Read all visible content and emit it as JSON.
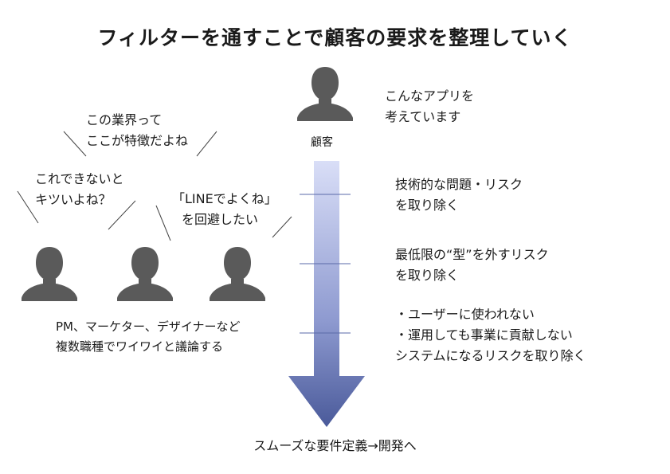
{
  "title": "フィルターを通すことで顧客の要求を整理していく",
  "customer": {
    "label": "顧客",
    "speech_line1": "こんなアプリを",
    "speech_line2": "考えています"
  },
  "team": {
    "bubble_left_line1": "これできないと",
    "bubble_left_line2": "キツいよね？",
    "bubble_mid_line1": "この業界って",
    "bubble_mid_line2": "ここが特徴だよね",
    "bubble_right_line1": "「LINEでよくね」",
    "bubble_right_line2": "を回避したい",
    "caption_line1": "PM、マーケター、デザイナーなど",
    "caption_line2": "複数職種でワイワイと議論する"
  },
  "filters": [
    {
      "line1": "技術的な問題・リスク",
      "line2": "を取り除く"
    },
    {
      "line1": "最低限の“型”を外すリスク",
      "line2": "を取り除く"
    },
    {
      "line1": "・ユーザーに使われない",
      "line2": "・運用しても事業に貢献しない",
      "line3": "システムになるリスクを取り除く"
    }
  ],
  "result": "スムーズな要件定義→開発へ",
  "colors": {
    "arrow_top": "#d6dcf5",
    "arrow_bottom": "#4a5a9a",
    "filter_line": "#5a6aa8",
    "person": "#5a5a5a",
    "text": "#1a1a1a"
  },
  "icons": [
    "person-icon",
    "arrow-down-icon"
  ]
}
